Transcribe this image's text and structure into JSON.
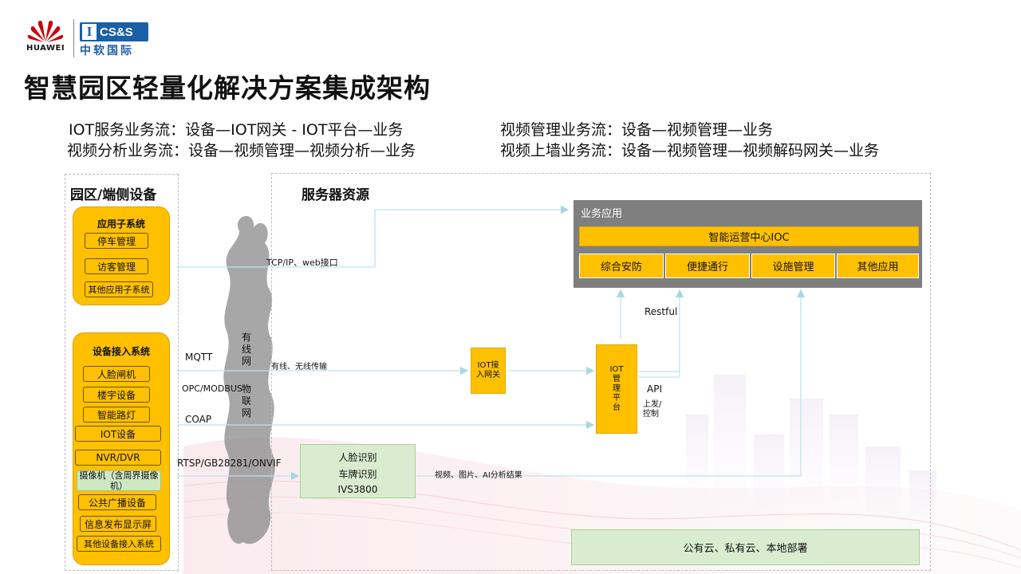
{
  "logo": {
    "huawei": "HUAWEI",
    "ics_letter": "I",
    "ics_text": "CS&S",
    "ics_cn": "中软国际"
  },
  "title": "智慧园区轻量化解决方案集成架构",
  "flows": {
    "iot": "IOT服务业务流：设备—IOT网关 - IOT平台—业务",
    "video_analysis": "视频分析业务流：设备—视频管理—视频分析—业务",
    "video_mgmt": "视频管理业务流：设备—视频管理—业务",
    "video_wall": "视频上墙业务流：设备—视频管理—视频解码网关—业务"
  },
  "left_section": {
    "title": "园区/端侧设备",
    "app_subsystem": {
      "title": "应用子系统",
      "items": [
        "停车管理",
        "访客管理",
        "其他应用子系统"
      ]
    },
    "device_access": {
      "title": "设备接入系统",
      "items": [
        "人脸闸机",
        "楼宇设备",
        "智能路灯",
        "IOT设备",
        "NVR/DVR",
        "摄像机（含周界摄像机）",
        "公共广播设备",
        "信息发布显示屏",
        "其他设备接入系统"
      ]
    }
  },
  "network": {
    "cloud_text": "有线网",
    "cloud_text2": "物联网"
  },
  "right_section": {
    "title": "服务器资源",
    "biz_app": {
      "title": "业务应用",
      "ioc": "智能运营中心IOC",
      "apps": [
        "综合安防",
        "便捷通行",
        "设施管理",
        "其他应用"
      ]
    },
    "iot_gateway": "IOT接入网关",
    "iot_platform": "IOT管理平台",
    "ivs": [
      "人脸识别",
      "车牌识别",
      "IVS3800"
    ],
    "cloud_deploy": "公有云、私有云、本地部署"
  },
  "labels": {
    "tcpip": "TCP/IP、web接口",
    "mqtt": "MQTT",
    "wired_wireless": "有线、无线传输",
    "opc": "OPC/MODBUS",
    "coap": "COAP",
    "rtsp": "RTSP/GB28281/ONVIF",
    "video_result": "视频、图片、AI分析结果",
    "restful": "Restful",
    "api": "API",
    "up_control": "上发/控制"
  },
  "colors": {
    "yellow": "#ffc000",
    "gray_panel": "#7f7f7f",
    "green_box": "#d9ecd0",
    "arrow": "#bfe3ea",
    "huawei_red": "#c7000b",
    "ics_blue": "#1a5fa8"
  }
}
